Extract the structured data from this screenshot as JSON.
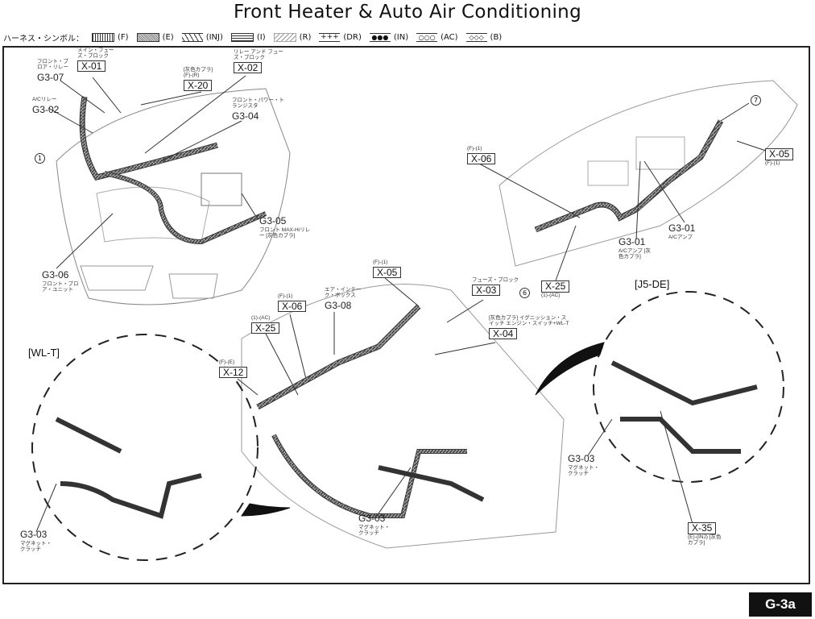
{
  "title": "Front Heater & Auto Air Conditioning",
  "legend": {
    "label": "ハーネス・シンボル：",
    "items": [
      {
        "code": "(F)",
        "pattern": "vertical-lines"
      },
      {
        "code": "(E)",
        "pattern": "dense-dots"
      },
      {
        "code": "(INJ)",
        "pattern": "zigzag"
      },
      {
        "code": "(I)",
        "pattern": "horizontal-lines"
      },
      {
        "code": "(R)",
        "pattern": "diagonal"
      },
      {
        "code": "(DR)",
        "pattern": "crosses"
      },
      {
        "code": "(IN)",
        "pattern": "dots"
      },
      {
        "code": "(AC)",
        "pattern": "circles"
      },
      {
        "code": "(B)",
        "pattern": "diamonds"
      }
    ]
  },
  "labels": {
    "x01": {
      "code": "X-01",
      "sub": "メイン・フューズ・ブロック"
    },
    "g307": {
      "code": "G3-07",
      "sub": "フロント・ブロア・リレー"
    },
    "x20": {
      "code": "X-20",
      "sub": "[灰色カプラ] (F)-(R)"
    },
    "x02": {
      "code": "X-02",
      "sub": "リレー アンド フューズ・ブロック"
    },
    "g302": {
      "code": "G3-02",
      "sub": "A/Cリレー"
    },
    "g304": {
      "code": "G3-04",
      "sub": "フロント・パワー・トランジスタ"
    },
    "g305": {
      "code": "G3-05",
      "sub": "フロント MAX-Hiリレー [灰色カプラ]"
    },
    "g306": {
      "code": "G3-06",
      "sub": "フロント・ブロア・ユニット"
    },
    "x06r": {
      "code": "X-06",
      "sub": "(F)-(1)"
    },
    "x05r": {
      "code": "X-05",
      "sub": "(F)-(1)"
    },
    "g301a": {
      "code": "G3-01",
      "sub": "A/Cアンプ"
    },
    "g301b": {
      "code": "G3-01",
      "sub": "A/Cアンプ [灰色カプラ]"
    },
    "x25r": {
      "code": "X-25",
      "sub": "(1)-(AC)"
    },
    "x05c": {
      "code": "X-05",
      "sub": "(F)-(1)"
    },
    "g308": {
      "code": "G3-08",
      "sub": "エア・インテーク・ボックス"
    },
    "x06c": {
      "code": "X-06",
      "sub": "(F)-(1)"
    },
    "x25c": {
      "code": "X-25",
      "sub": "(1)-(AC)"
    },
    "x03": {
      "code": "X-03",
      "sub": "フューズ・ブロック"
    },
    "x04": {
      "code": "X-04",
      "sub": "[灰色カプラ] イグニッション・スイッチ エンジン・スイッチ+WL-T"
    },
    "x12": {
      "code": "X-12",
      "sub": "(F)-(E)"
    },
    "g303c": {
      "code": "G3-03",
      "sub": "マグネット・クラッチ"
    },
    "g303l": {
      "code": "G3-03",
      "sub": "マグネット・クラッチ"
    },
    "g303r": {
      "code": "G3-03",
      "sub": "マグネット・クラッチ"
    },
    "x35": {
      "code": "X-35",
      "sub": "(E)-(INJ) [灰色カプラ]"
    }
  },
  "markers": {
    "m1": "1",
    "m6": "6",
    "m7": "7"
  },
  "views": {
    "wlt": "[WL-T]",
    "j5de": "[J5-DE]"
  },
  "page_badge": "G-3a"
}
